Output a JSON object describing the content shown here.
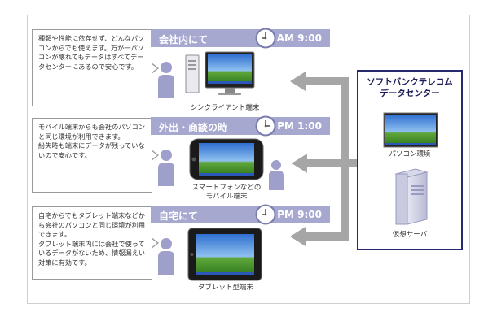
{
  "rows": [
    {
      "place": "会社内にて",
      "time": "AM 9:00",
      "callout": "種類や性能に依存せず、どんなパソコンからでも使えます。万が一パソコンが壊れてもデータはすべてデータセンターにあるので安心です。",
      "device_label": "シンクライアント端末"
    },
    {
      "place": "外出・商談の時",
      "time": "PM 1:00",
      "callout": "モバイル端末からも会社のパソコンと同じ環境が利用できます。\n紛失時も端末にデータが残っていないので安心です。",
      "device_label": "スマートフォンなどの\nモバイル端末"
    },
    {
      "place": "自宅にて",
      "time": "PM 9:00",
      "callout": "自宅からでもタブレット端末などから会社のパソコンと同じ環境が利用できます。\nタブレット端末内には会社で使っているデータがないため、情報漏えい対策に有効です。",
      "device_label": "タブレット型端末"
    }
  ],
  "datacenter": {
    "title": "ソフトバンクテレコム\nデータセンター",
    "pc_label": "パソコン環境",
    "server_label": "仮想サーバ"
  },
  "colors": {
    "banner": "#a7a8d0",
    "person": "#9e9fca",
    "arrow": "#a6a6a6",
    "datacenter_border": "#28286e"
  }
}
